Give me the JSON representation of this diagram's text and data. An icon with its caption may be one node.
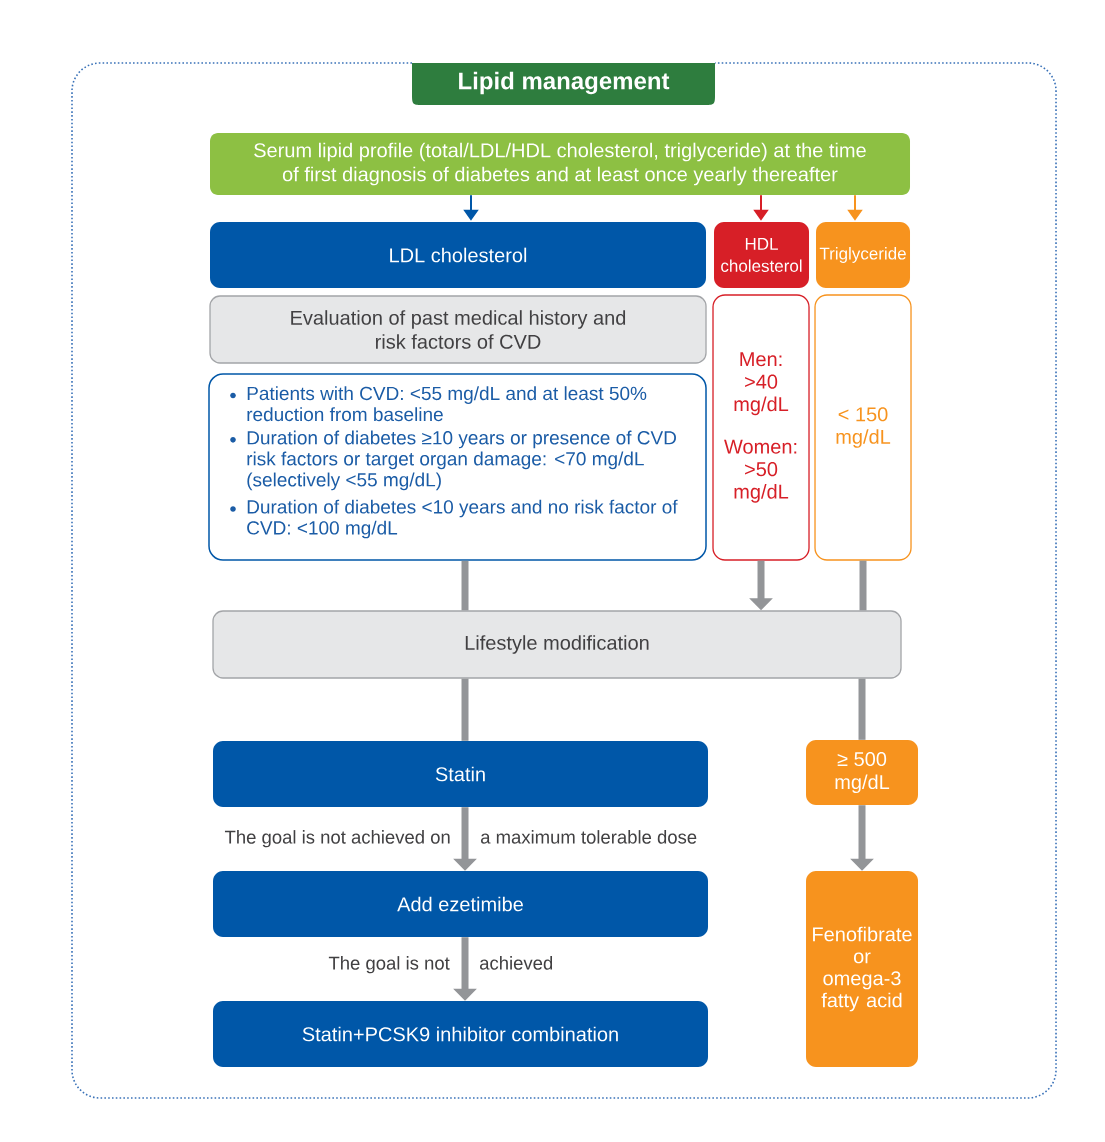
{
  "diagram": {
    "title": "Lipid management",
    "nodes": [
      {
        "text": [
          "Serum lipid profile (total/LDL/HDL cholesterol, triglyceride) at the time of first diagnosis of diabetes and at least once yearly thereafter"
        ]
      },
      {
        "text": [
          "LDL cholesterol"
        ]
      },
      {
        "text": [
          "HDL cholesterol"
        ]
      },
      {
        "text": [
          "Triglyceride"
        ]
      },
      {
        "text": [
          "Evaluation of past medical history and risk factors of CVD"
        ]
      },
      {
        "text": [
          "Patients with CVD: <55 mg/dL and at least 50% reduction from baseline",
          "Duration of diabetes ≥10 years or presence of CVD risk factors or target organ damage: <70 mg/dL (selectively <55 mg/dL)",
          "Duration of diabetes <10 years and no risk factor of CVD: <100 mg/dL"
        ]
      },
      {
        "text": [
          "Men: >40 mg/dL",
          "Women: >50 mg/dL"
        ]
      },
      {
        "text": [
          "< 150 mg/dL"
        ]
      },
      {
        "text": [
          "Lifestyle modification"
        ]
      },
      {
        "text": [
          "Statin"
        ]
      },
      {
        "text": [
          "≥ 500 mg/dL"
        ]
      },
      {
        "text": [
          "Add ezetimibe"
        ]
      },
      {
        "text": [
          "Fenofibrate or omega-3 fatty acid"
        ]
      },
      {
        "text": [
          "Statin+PCSK9 inhibitor combination"
        ]
      }
    ],
    "edges": [
      {
        "from": 0,
        "to": 1,
        "arrow": "to",
        "color": "#0057a8"
      },
      {
        "from": 0,
        "to": 2,
        "arrow": "to",
        "color": "#d71f27"
      },
      {
        "from": 0,
        "to": 3,
        "arrow": "to",
        "color": "#f7931e"
      },
      {
        "from": 5,
        "to": 8,
        "arrow": "none"
      },
      {
        "from": 6,
        "to": 8,
        "arrow": "to"
      },
      {
        "from": 7,
        "to": 8,
        "arrow": "none"
      },
      {
        "from": 8,
        "to": 9,
        "arrow": "none"
      },
      {
        "from": 8,
        "to": 10,
        "arrow": "none"
      },
      {
        "from": 9,
        "to": 11,
        "arrow": "to"
      },
      {
        "from": 10,
        "to": 12,
        "arrow": "to"
      },
      {
        "from": 11,
        "to": 13,
        "arrow": "to"
      }
    ],
    "labels": [
      "The goal is not achieved on",
      "a maximum tolerable dose",
      "The goal is not",
      "achieved"
    ]
  }
}
